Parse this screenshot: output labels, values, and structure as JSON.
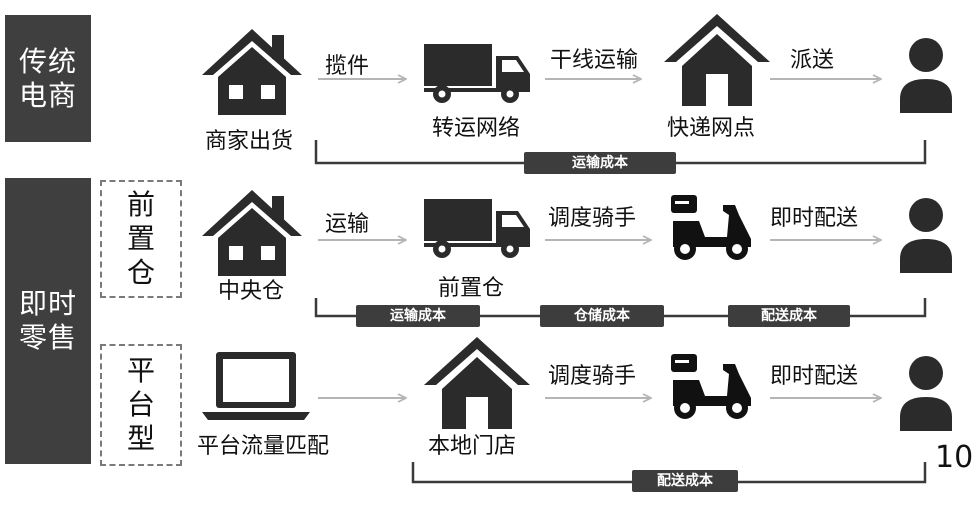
{
  "categories": {
    "traditional": "传统电商",
    "instant": "即时零售"
  },
  "subcategories": {
    "front_warehouse": "前置仓",
    "platform": "平台型"
  },
  "row1": {
    "node1": "商家出货",
    "edge1": "揽件",
    "node2": "转运网络",
    "edge2": "干线运输",
    "node3": "快递网点",
    "edge3": "派送",
    "cost": "运输成本"
  },
  "row2": {
    "node1": "中央仓",
    "edge1": "运输",
    "node2": "前置仓",
    "edge2": "调度骑手",
    "edge3": "即时配送",
    "cost1": "运输成本",
    "cost2": "仓储成本",
    "cost3": "配送成本"
  },
  "row3": {
    "node1": "平台流量匹配",
    "node2": "本地门店",
    "edge2": "调度骑手",
    "edge3": "即时配送",
    "cost": "配送成本"
  },
  "page_number": "10",
  "colors": {
    "dark": "#3f3f3f",
    "icon": "#2b2b2b",
    "arrow": "#b5b5b5"
  },
  "icons": [
    "house-icon",
    "truck-icon",
    "scooter-icon",
    "person-icon",
    "laptop-icon",
    "store-icon"
  ]
}
